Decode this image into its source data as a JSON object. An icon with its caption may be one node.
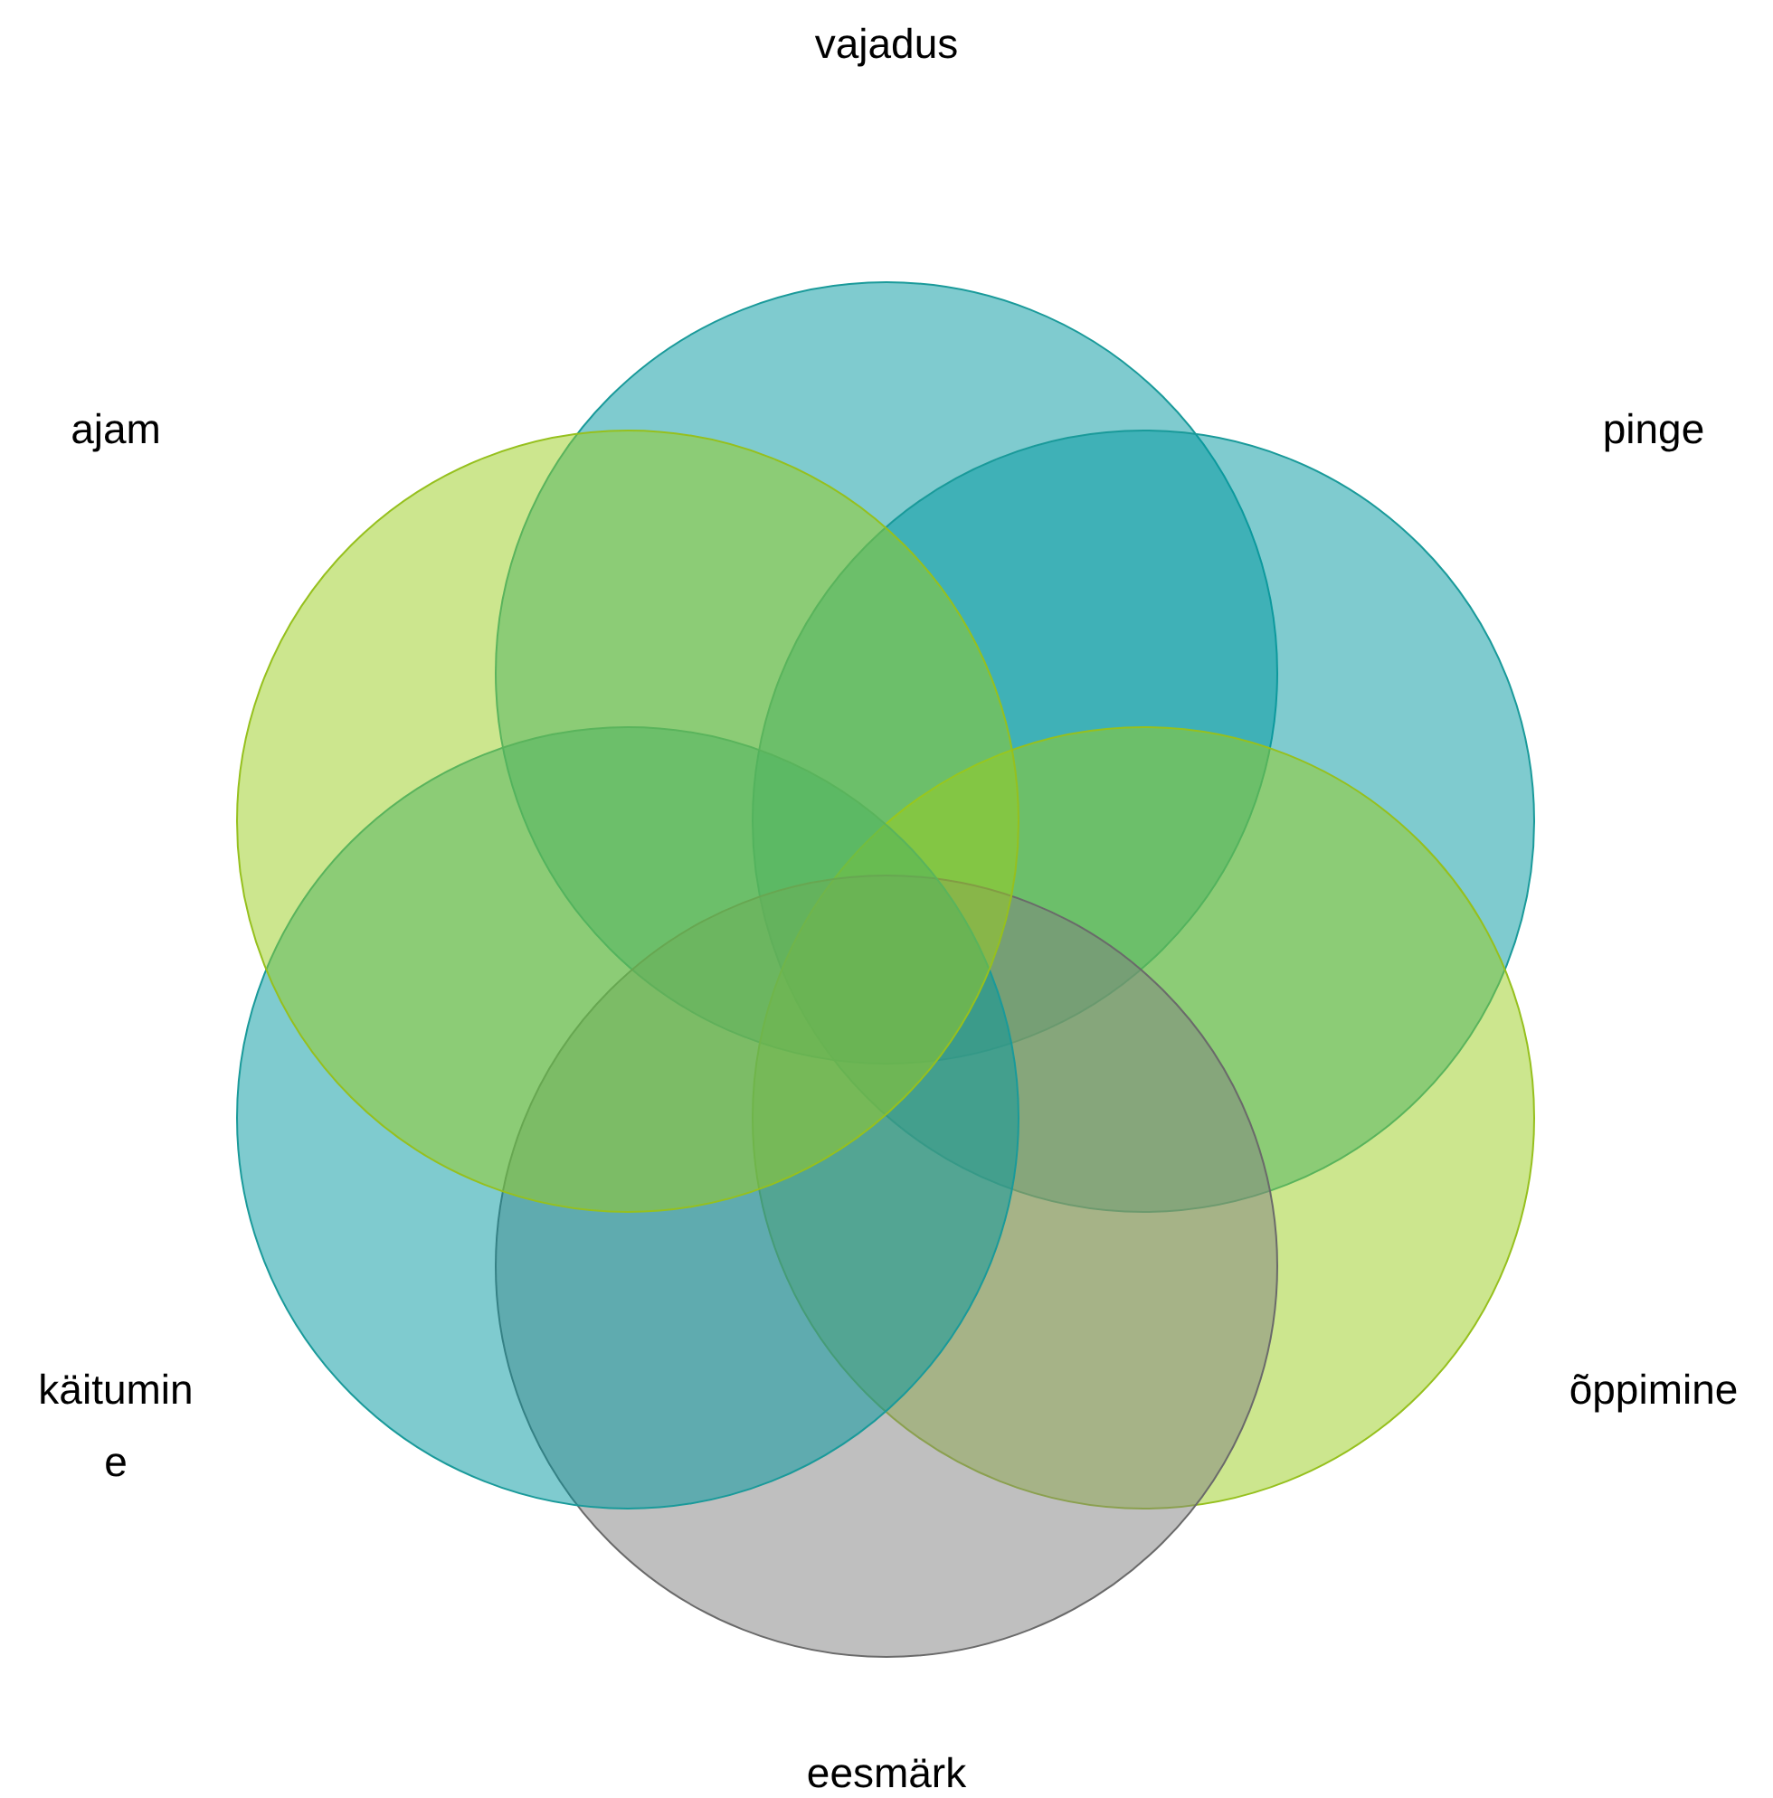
{
  "diagram": {
    "nodes": [
      {
        "text": [],
        "shape": "circle"
      },
      {
        "text": [],
        "shape": "circle"
      },
      {
        "text": [],
        "shape": "circle"
      },
      {
        "text": [],
        "shape": "circle"
      },
      {
        "text": [],
        "shape": "circle"
      },
      {
        "text": [],
        "shape": "circle"
      }
    ],
    "labels": [
      "vajadus",
      "ajam",
      "pinge",
      "käitumine",
      "õppimine",
      "eesmärk"
    ]
  }
}
